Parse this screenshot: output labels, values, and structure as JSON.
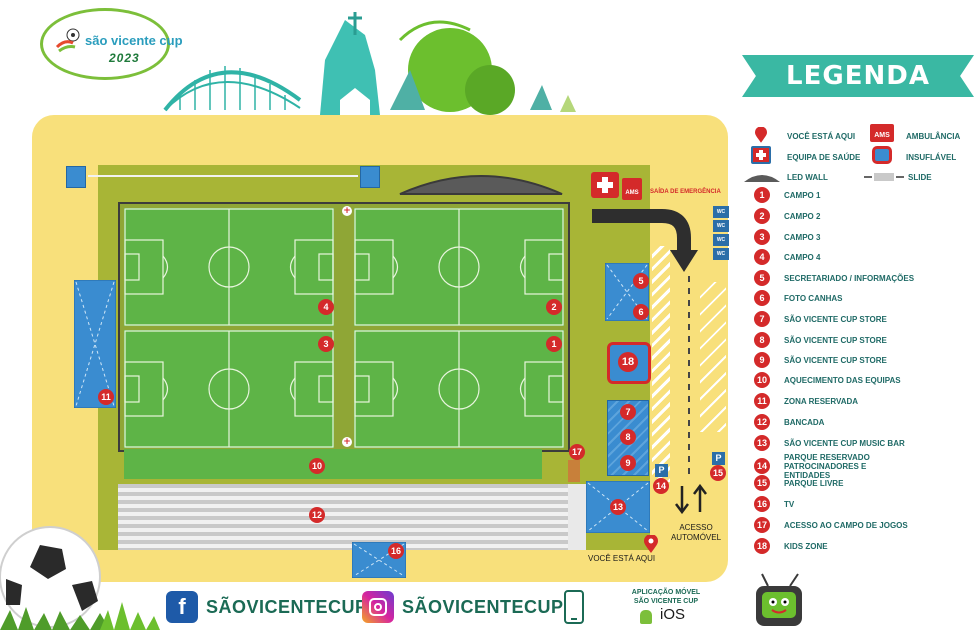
{
  "logo": {
    "title": "são vicente cup",
    "year": "2023"
  },
  "map": {
    "emergency_exit": "SAÍDA DE EMERGÊNCIA",
    "ams": "AMS",
    "wc": "WC",
    "you_are_here": "VOCÊ ESTÁ AQUI",
    "access": "ACESSO AUTOMÓVEL",
    "parking": "P",
    "fields": [
      {
        "number": "4"
      },
      {
        "number": "2"
      },
      {
        "number": "3"
      },
      {
        "number": "1"
      }
    ],
    "zones": {
      "z5": "5",
      "z6": "6",
      "z7": "7",
      "z8": "8",
      "z9": "9",
      "z10": "10",
      "z11": "11",
      "z12": "12",
      "z13": "13",
      "z14": "14",
      "z15": "15",
      "z16": "16",
      "z17": "17",
      "z18": "18"
    }
  },
  "legend": {
    "title": "LEGENDA",
    "symbols": [
      {
        "label": "VOCÊ ESTÁ AQUI",
        "icon": "location-pin-icon"
      },
      {
        "label": "AMBULÂNCIA",
        "icon": "ambulance-icon"
      },
      {
        "label": "EQUIPA DE SAÚDE",
        "icon": "health-cross-icon"
      },
      {
        "label": "INSUFLÁVEL",
        "icon": "inflatable-icon"
      },
      {
        "label": "LED WALL",
        "icon": "led-wall-icon"
      },
      {
        "label": "SLIDE",
        "icon": "slide-icon"
      }
    ],
    "items": [
      {
        "number": "1",
        "label": "CAMPO 1"
      },
      {
        "number": "2",
        "label": "CAMPO 2"
      },
      {
        "number": "3",
        "label": "CAMPO 3"
      },
      {
        "number": "4",
        "label": "CAMPO 4"
      },
      {
        "number": "5",
        "label": "SECRETARIADO / INFORMAÇÕES"
      },
      {
        "number": "6",
        "label": "FOTO CANHAS"
      },
      {
        "number": "7",
        "label": "SÃO VICENTE CUP STORE"
      },
      {
        "number": "8",
        "label": "SÃO VICENTE CUP STORE"
      },
      {
        "number": "9",
        "label": "SÃO VICENTE CUP STORE"
      },
      {
        "number": "10",
        "label": "AQUECIMENTO DAS EQUIPAS"
      },
      {
        "number": "11",
        "label": "ZONA RESERVADA"
      },
      {
        "number": "12",
        "label": "BANCADA"
      },
      {
        "number": "13",
        "label": "SÃO VICENTE CUP MUSIC BAR"
      },
      {
        "number": "14",
        "label": "PARQUE RESERVADO PATROCINADORES E ENTIDADES"
      },
      {
        "number": "15",
        "label": "PARQUE LIVRE"
      },
      {
        "number": "16",
        "label": "TV"
      },
      {
        "number": "17",
        "label": "ACESSO AO CAMPO DE JOGOS"
      },
      {
        "number": "18",
        "label": "KIDS ZONE"
      }
    ]
  },
  "footer": {
    "facebook": "SÃOVICENTECUP",
    "instagram": "SÃOVICENTECUP",
    "app_line1": "APLICAÇÃO MÓVEL",
    "app_line2": "SÃO VICENTE CUP",
    "ios": "iOS"
  },
  "colors": {
    "field_green": "#5eb447",
    "background_yellow": "#f8e07b",
    "marker_red": "#d42a2a",
    "legend_teal": "#3ab8a3",
    "zone_blue": "#3a8cd0"
  }
}
